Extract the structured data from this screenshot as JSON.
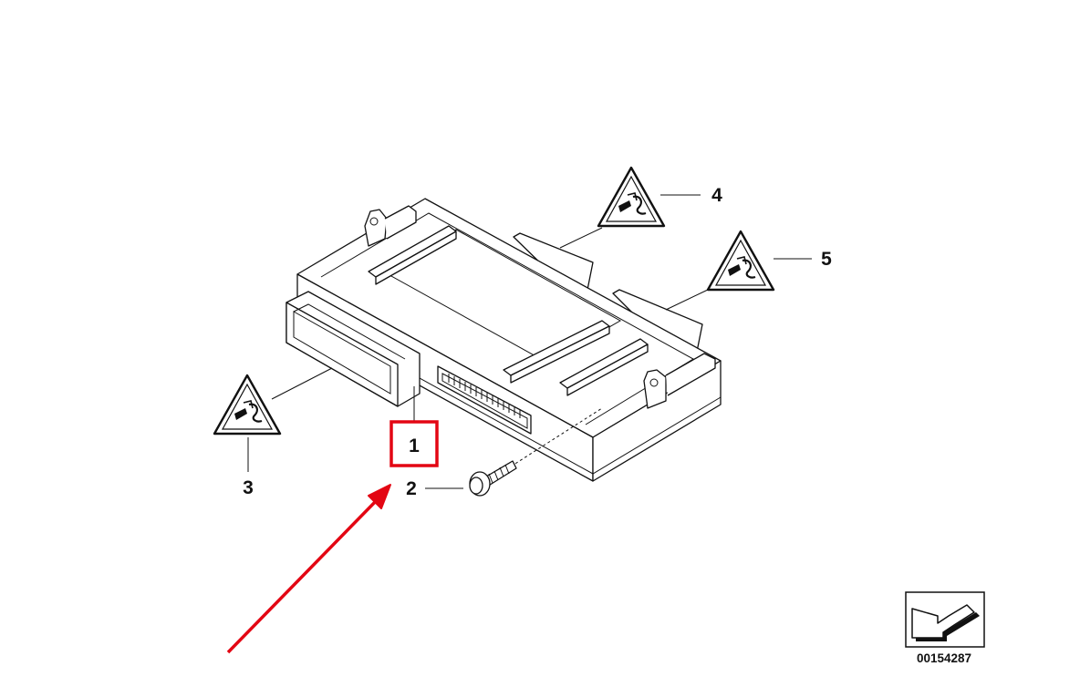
{
  "diagram": {
    "callouts": [
      {
        "id": "1",
        "label": "1",
        "highlighted": true
      },
      {
        "id": "2",
        "label": "2",
        "highlighted": false
      },
      {
        "id": "3",
        "label": "3",
        "highlighted": false
      },
      {
        "id": "4",
        "label": "4",
        "highlighted": false
      },
      {
        "id": "5",
        "label": "5",
        "highlighted": false
      }
    ],
    "catalog_code": "00154287",
    "highlight_color": "#e30613",
    "arrow_color": "#e30613",
    "icons": [
      "control-module-icon",
      "screw-icon",
      "connector-warning-icon",
      "view-direction-icon"
    ]
  }
}
